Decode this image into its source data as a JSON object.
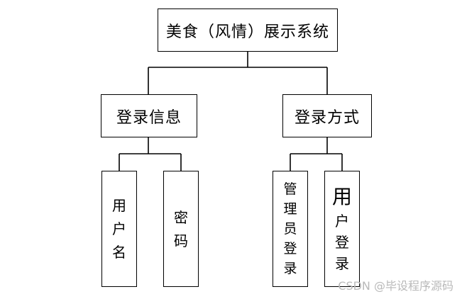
{
  "diagram": {
    "root": {
      "label": "美食（风情）展示系统"
    },
    "branches": [
      {
        "label": "登录信息",
        "children": [
          {
            "label": "用户名"
          },
          {
            "label": "密码"
          }
        ]
      },
      {
        "label": "登录方式",
        "children": [
          {
            "label": "管理员登录"
          },
          {
            "label": "用户登录"
          }
        ]
      }
    ]
  },
  "watermark": "CSDN @毕设程序源码",
  "colors": {
    "line": "#000000",
    "background": "#ffffff",
    "watermark": "#b9b9b9"
  }
}
